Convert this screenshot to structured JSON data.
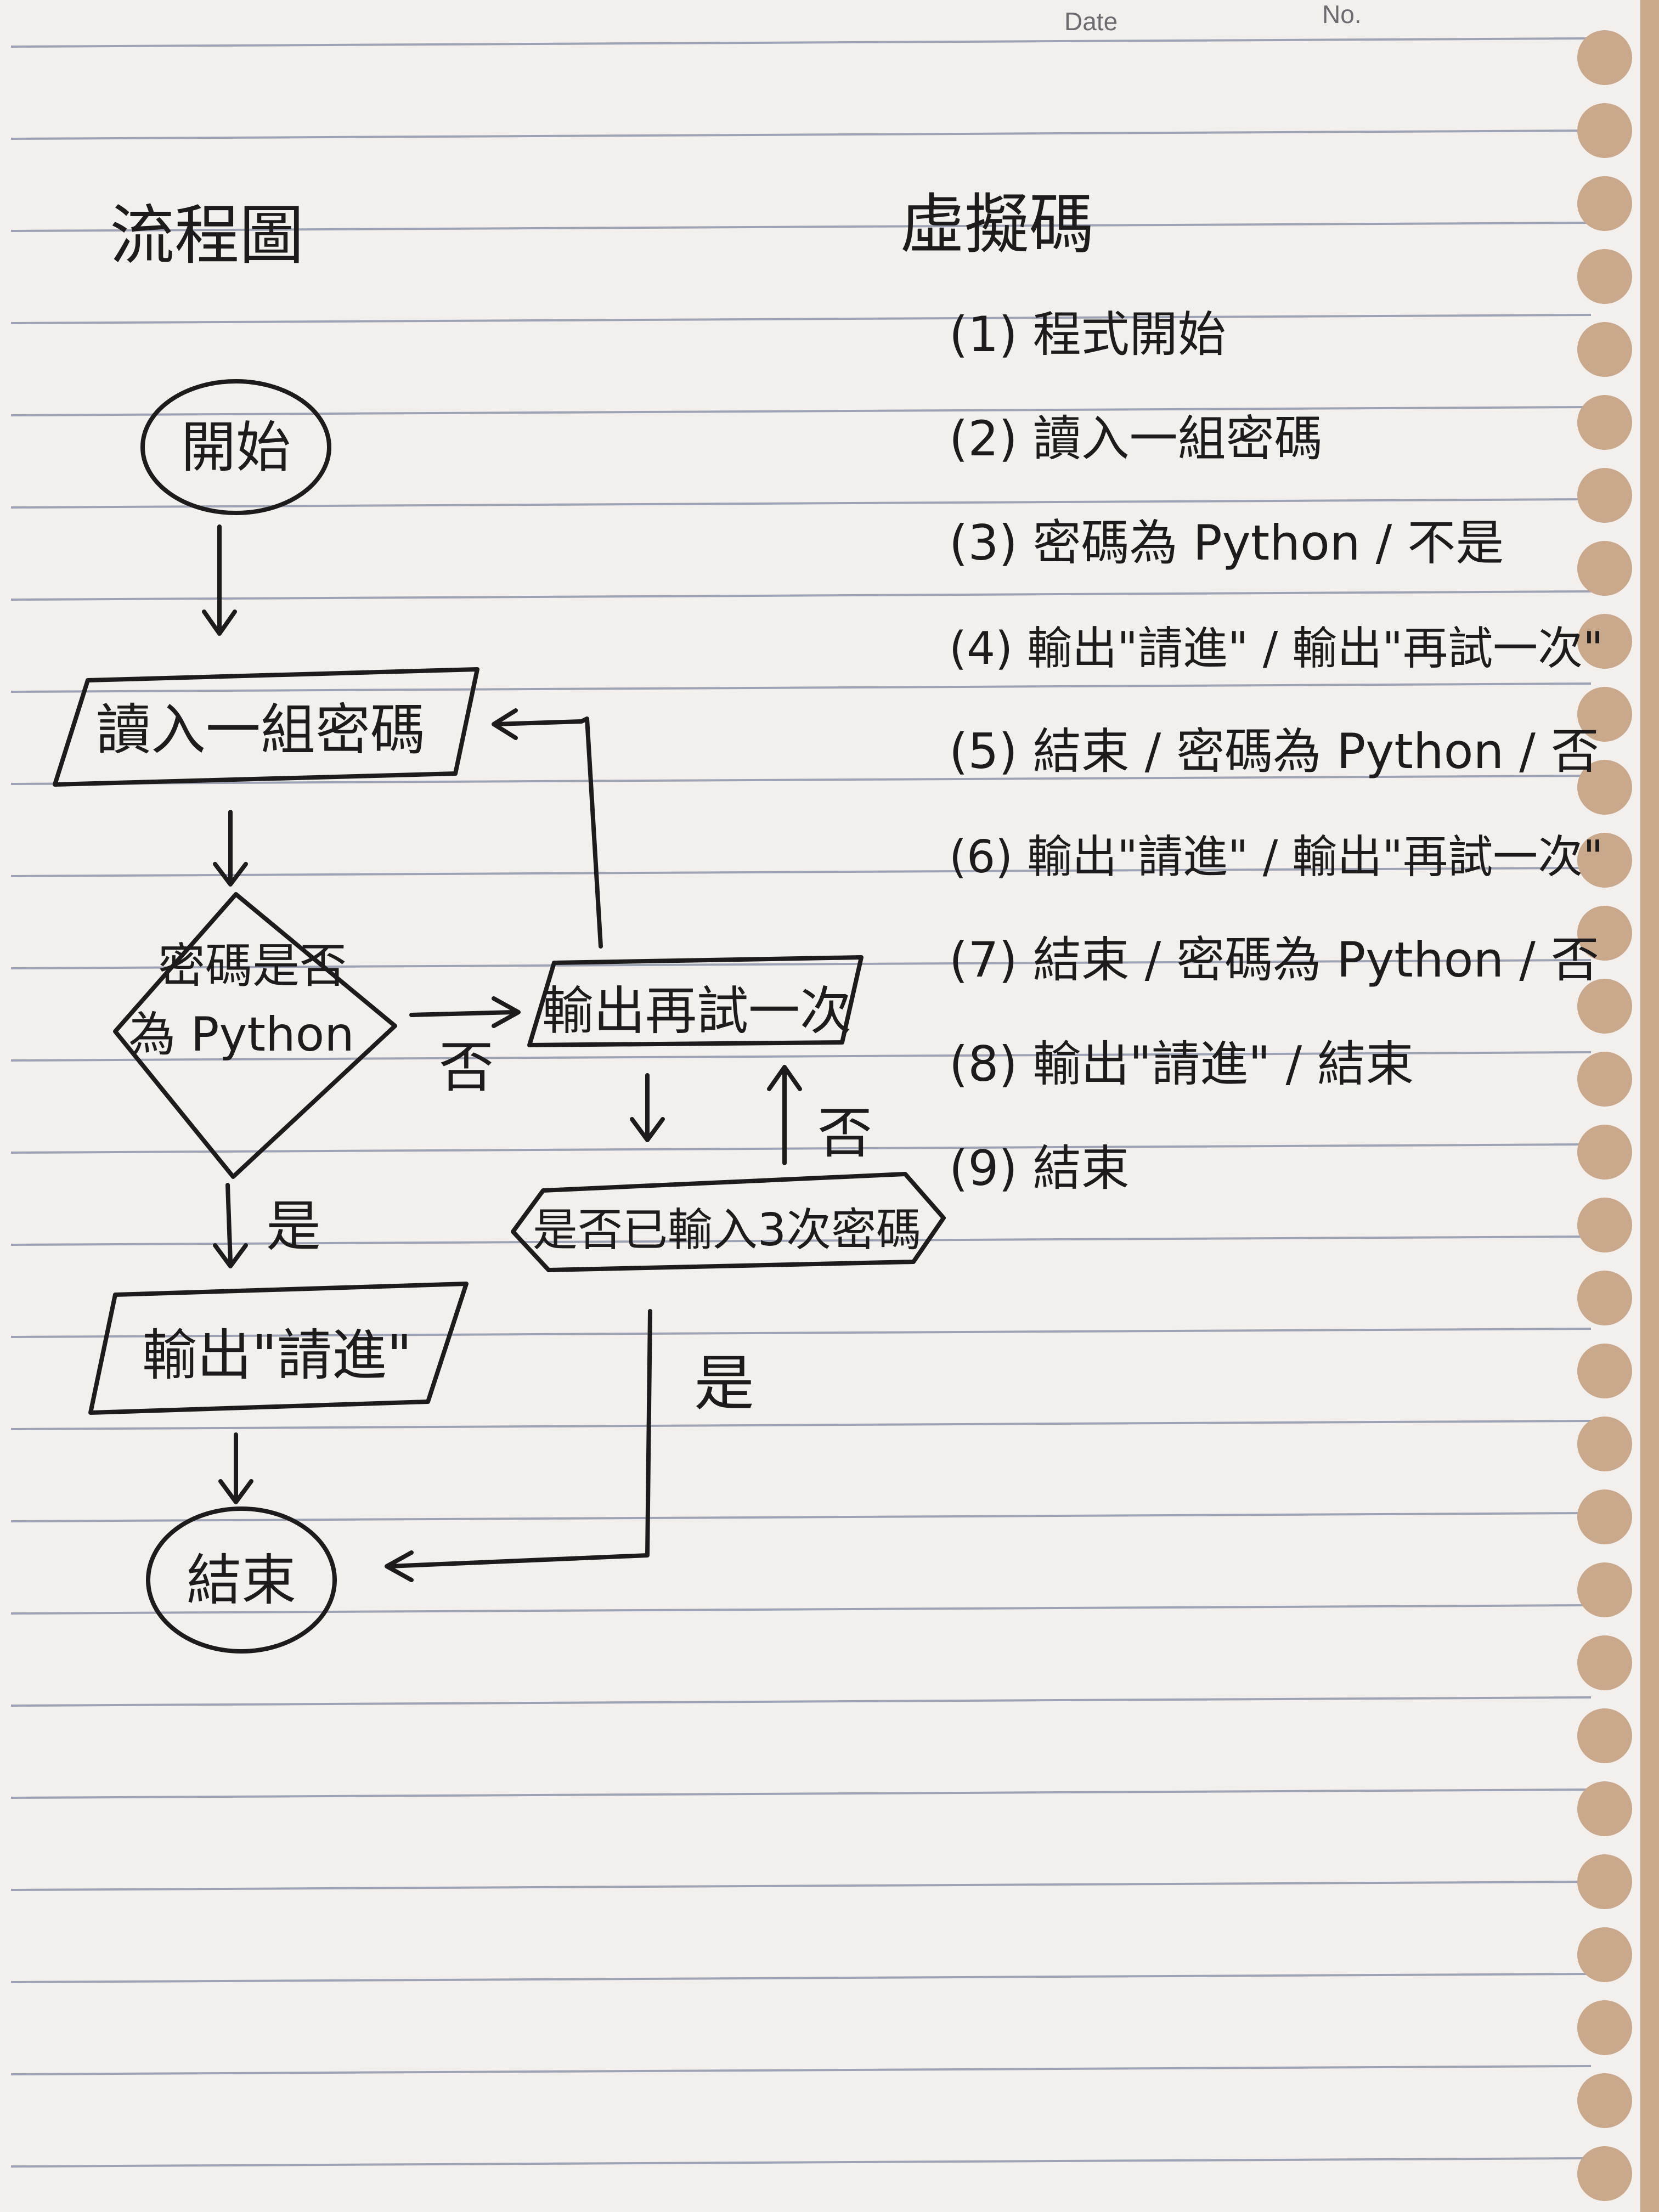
{
  "header": {
    "date_label": "Date",
    "no_label": "No."
  },
  "flowchart": {
    "title": "流程圖",
    "nodes": {
      "start": "開始",
      "read_password": "讀入一組密碼",
      "decision_line1": "密碼是否",
      "decision_line2": "為 Python",
      "retry_output": "輸出再試一次",
      "count_check": "是否已輸入3次密碼",
      "welcome_output": "輸出\"請進\"",
      "end": "結束"
    },
    "edge_labels": {
      "decision_no": "否",
      "decision_yes": "是",
      "count_no": "否",
      "count_yes": "是"
    }
  },
  "pseudocode": {
    "title": "虛擬碼",
    "lines": [
      "(1) 程式開始",
      "(2) 讀入一組密碼",
      "(3) 密碼為 Python / 不是",
      "(4) 輸出\"請進\" / 輸出\"再試一次\"",
      "(5) 結束 / 密碼為 Python / 否",
      "(6) 輸出\"請進\" / 輸出\"再試一次\"",
      "(7) 結束 / 密碼為 Python / 否",
      "(8) 輸出\"請進\" / 結束",
      "(9) 結束"
    ]
  }
}
